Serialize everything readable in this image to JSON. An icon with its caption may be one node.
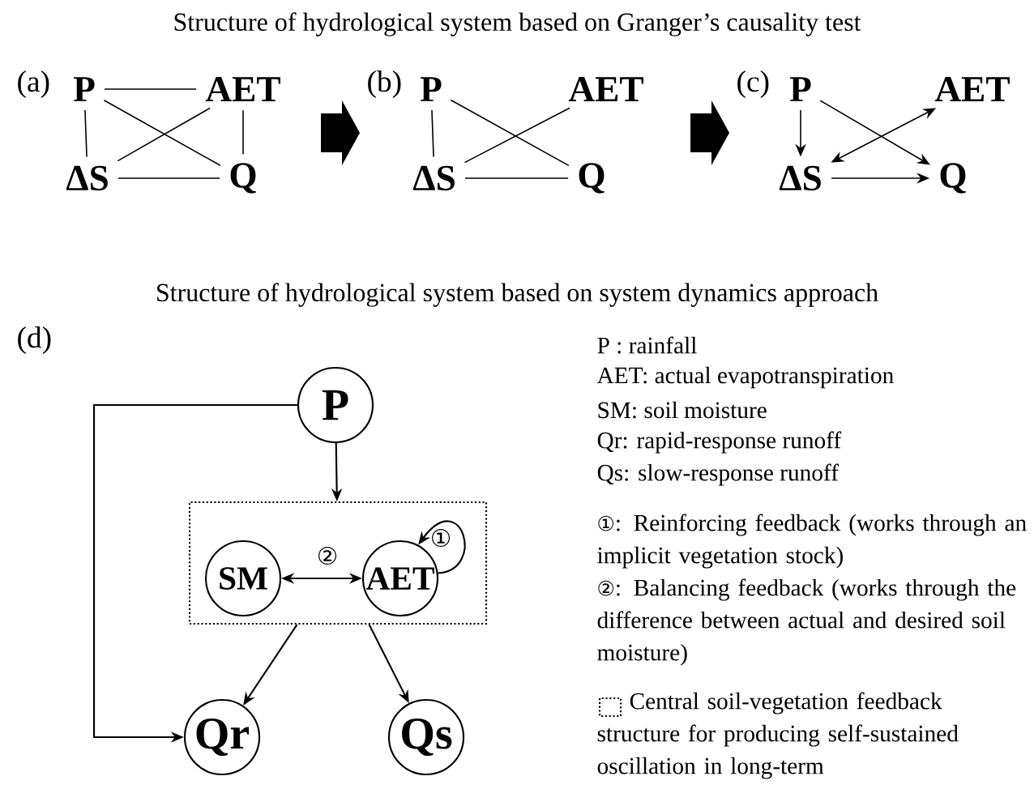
{
  "diagram": {
    "title": "Structure of hydrological system based on Granger’s causality test",
    "nodes": [
      {
        "text": [
          "P"
        ]
      },
      {
        "text": [
          "AET"
        ]
      },
      {
        "text": [
          "ΔS"
        ]
      },
      {
        "text": [
          "Q"
        ]
      },
      {
        "text": [
          "P"
        ]
      },
      {
        "text": [
          "AET"
        ]
      },
      {
        "text": [
          "ΔS"
        ]
      },
      {
        "text": [
          "Q"
        ]
      },
      {
        "text": [
          "P"
        ]
      },
      {
        "text": [
          "AET"
        ]
      },
      {
        "text": [
          "ΔS"
        ]
      },
      {
        "text": [
          "Q"
        ]
      },
      {
        "text": [
          "P"
        ]
      },
      {
        "text": [],
        "shape": "box"
      },
      {
        "text": [
          "SM"
        ],
        "in": 13
      },
      {
        "text": [
          "AET"
        ],
        "in": 13
      },
      {
        "text": [
          "Qr"
        ]
      },
      {
        "text": [
          "Qs"
        ]
      }
    ],
    "edges": [
      {
        "from": 0,
        "to": 1,
        "arrow": "none"
      },
      {
        "from": 0,
        "to": 2,
        "arrow": "none"
      },
      {
        "from": 1,
        "to": 3,
        "arrow": "none"
      },
      {
        "from": 2,
        "to": 3,
        "arrow": "none"
      },
      {
        "from": 0,
        "to": 3,
        "arrow": "none"
      },
      {
        "from": 1,
        "to": 2,
        "arrow": "none"
      },
      {
        "from": 4,
        "to": 6,
        "arrow": "none"
      },
      {
        "from": 6,
        "to": 7,
        "arrow": "none"
      },
      {
        "from": 4,
        "to": 7,
        "arrow": "none"
      },
      {
        "from": 5,
        "to": 6,
        "arrow": "none"
      },
      {
        "from": 8,
        "to": 10,
        "arrow": "to"
      },
      {
        "from": 8,
        "to": 11,
        "arrow": "to"
      },
      {
        "from": 10,
        "to": 11,
        "arrow": "to"
      },
      {
        "from": 9,
        "to": 10,
        "arrow": "both"
      },
      {
        "from": 12,
        "to": 13,
        "arrow": "to"
      },
      {
        "from": 12,
        "to": 16,
        "arrow": "to"
      },
      {
        "from": 14,
        "to": 15,
        "arrow": "both",
        "label": "②"
      },
      {
        "from": 15,
        "to": 15,
        "arrow": "to",
        "label": "①"
      },
      {
        "from": 13,
        "to": 16,
        "arrow": "to"
      },
      {
        "from": 13,
        "to": 17,
        "arrow": "to"
      }
    ],
    "labels": [
      "(a)",
      "(b)",
      "(c)",
      "Structure of hydrological system based on system dynamics approach",
      "(d)",
      "P : rainfall",
      "AET: actual evapotranspiration",
      "SM: soil moisture",
      "Qr: rapid-response runoff",
      "Qs: slow-response runoff",
      "①: Reinforcing feedback (works through an implicit vegetation stock)",
      "②: Balancing feedback (works through the difference between actual and desired soil moisture)"
    ],
    "legend": [
      {
        "text": "Central soil-vegetation feedback structure for producing self-sustained oscillation in long-term"
      }
    ]
  }
}
